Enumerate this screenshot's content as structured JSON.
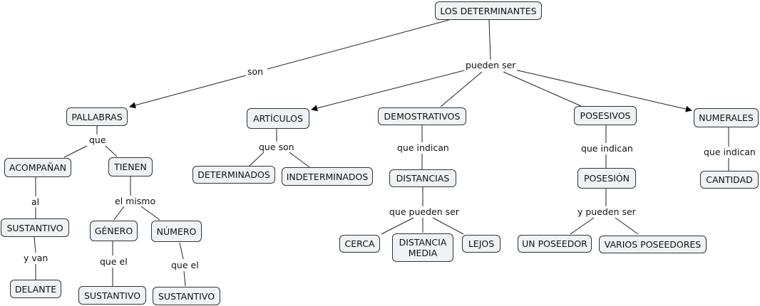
{
  "nodes": {
    "root": "LOS DETERMINANTES",
    "pallabras": "PALLABRAS",
    "acompanan": "ACOMPAÑAN",
    "tienen": "TIENEN",
    "sustantivo1": "SUSTANTIVO",
    "delante": "DELANTE",
    "genero": "GÉNERO",
    "numero": "NÚMERO",
    "sustantivo2": "SUSTANTIVO",
    "sustantivo3": "SUSTANTIVO",
    "articulos": "ARTÍCULOS",
    "determinados": "DETERMINADOS",
    "indeterminados": "INDETERMINADOS",
    "demostrativos": "DEMOSTRATIVOS",
    "distancias": "DISTANCIAS",
    "cerca": "CERCA",
    "distancia_media": "DISTANCIA\nMEDIA",
    "lejos": "LEJOS",
    "posesivos": "POSESIVOS",
    "posesion": "POSESIÓN",
    "un_poseedor": "UN POSEEDOR",
    "varios_poseedores": "VARIOS POSEEDORES",
    "numerales": "NUMERALES",
    "cantidad": "CANTIDAD"
  },
  "links": {
    "son": "son",
    "pueden_ser": "pueden ser",
    "que": "que",
    "al": "al",
    "el_mismo": "el mismo",
    "y_van": "y van",
    "que_el_1": "que el",
    "que_el_2": "que el",
    "que_son": "que son",
    "que_indican_1": "que indican",
    "que_pueden_ser": "que pueden ser",
    "que_indican_2": "que indican",
    "y_pueden_ser": "y pueden ser",
    "que_indican_3": "que indican"
  }
}
